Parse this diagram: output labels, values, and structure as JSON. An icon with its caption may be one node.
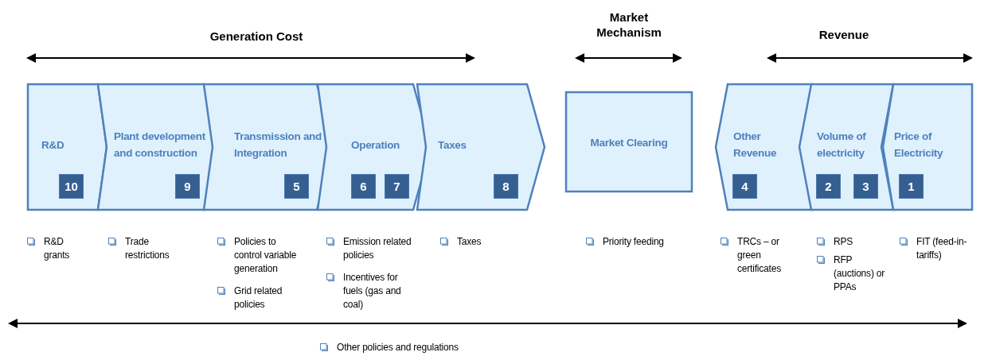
{
  "diagram": {
    "nodes": [
      {
        "text": [
          "R&D"
        ]
      },
      {
        "text": [
          "10"
        ],
        "in": 0
      },
      {
        "text": [
          "Plant development and construction"
        ]
      },
      {
        "text": [
          "9"
        ],
        "in": 2
      },
      {
        "text": [
          "Transmission and Integration"
        ]
      },
      {
        "text": [
          "5"
        ],
        "in": 4
      },
      {
        "text": [
          "Operation"
        ]
      },
      {
        "text": [
          "6"
        ],
        "in": 6
      },
      {
        "text": [
          "7"
        ],
        "in": 6
      },
      {
        "text": [
          "Taxes"
        ]
      },
      {
        "text": [
          "8"
        ],
        "in": 9
      },
      {
        "text": [
          "Market Clearing"
        ]
      },
      {
        "text": [
          "Other Revenue"
        ]
      },
      {
        "text": [
          "4"
        ],
        "in": 12
      },
      {
        "text": [
          "Volume of electricity"
        ]
      },
      {
        "text": [
          "2"
        ],
        "in": 14
      },
      {
        "text": [
          "3"
        ],
        "in": 14
      },
      {
        "text": [
          "Price of Electricity"
        ]
      },
      {
        "text": [
          "1"
        ],
        "in": 17
      }
    ],
    "labels": [
      "Generation Cost",
      "Market Mechanism",
      "Revenue",
      "R&D grants",
      "Trade restrictions",
      "Policies to control variable generation",
      "Grid related policies",
      "Emission related policies",
      "Incentives for fuels (gas and coal)",
      "Taxes",
      "Priority feeding",
      "TRCs – or green certificates",
      "RPS",
      "RFP (auctions) or PPAs",
      "FIT (feed-in-tariffs)",
      "Other policies and regulations"
    ]
  }
}
